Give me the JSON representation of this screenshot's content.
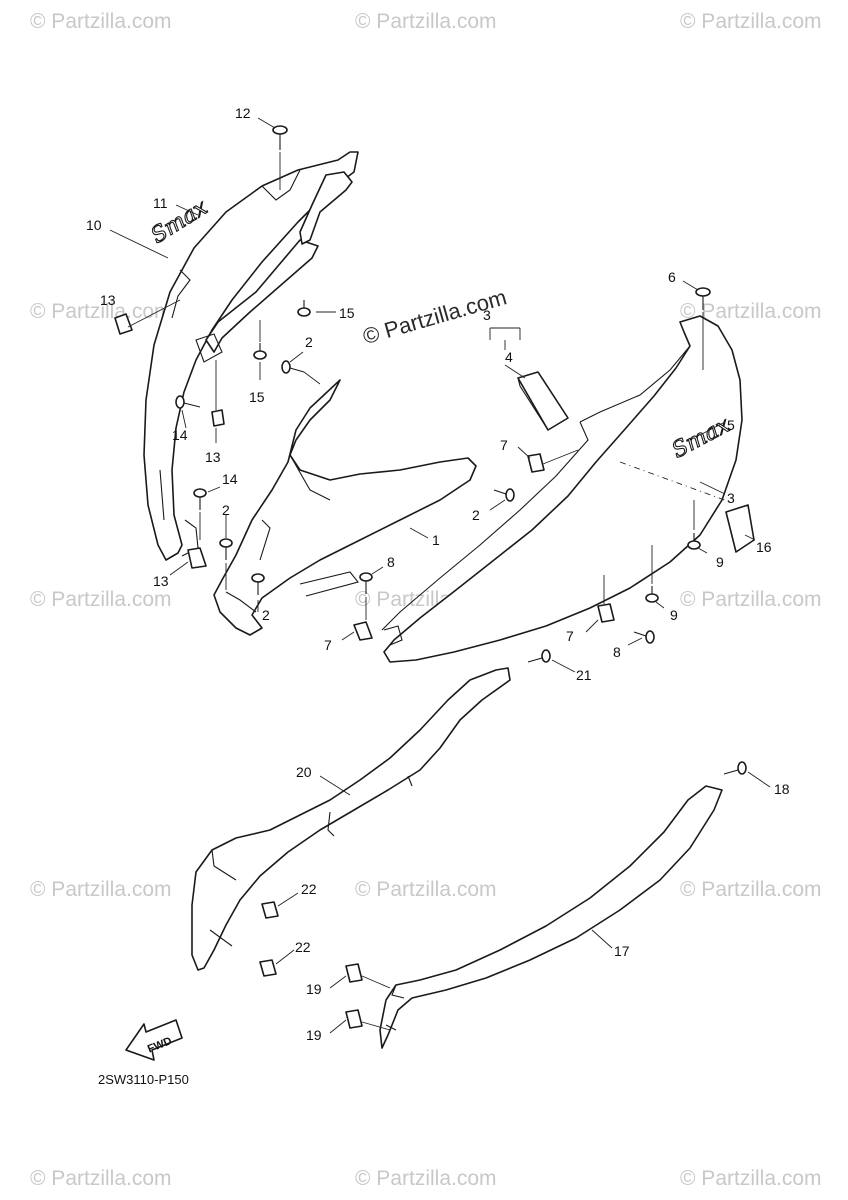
{
  "watermark": {
    "text": "© Partzilla.com",
    "center_text": "© Partzilla.com"
  },
  "diagram_code": "2SW3110-P150",
  "fwd_label": "FWD",
  "emblems": {
    "side_cover": "Smax",
    "front_cover": "Smax"
  },
  "callouts": [
    "1",
    "2",
    "3",
    "4",
    "5",
    "6",
    "7",
    "8",
    "9",
    "10",
    "11",
    "12",
    "13",
    "14",
    "15",
    "16",
    "17",
    "18",
    "19",
    "20",
    "21",
    "22"
  ]
}
